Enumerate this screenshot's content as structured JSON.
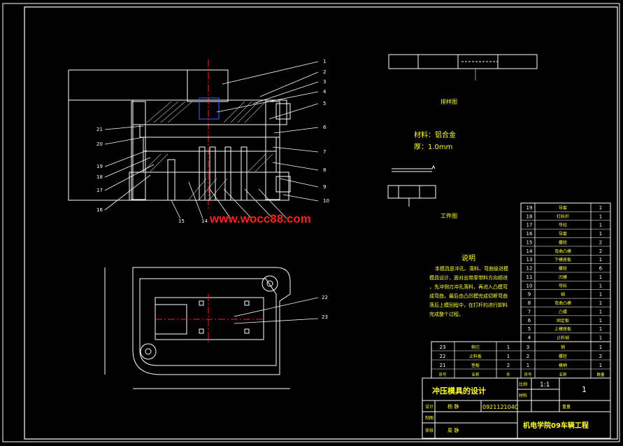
{
  "drawing": {
    "watermark": "www.wocc88.com",
    "part_numbers": [
      "1",
      "2",
      "3",
      "4",
      "5",
      "6",
      "7",
      "8",
      "9",
      "10",
      "21",
      "20",
      "19",
      "18",
      "17",
      "16",
      "15",
      "14"
    ],
    "plan_labels": [
      "22",
      "23"
    ],
    "strip_title": "排样图",
    "part_title": "工件图",
    "material_label": "材料：铝合金",
    "thickness_label": "厚：1.0mm",
    "notes_title": "说明",
    "notes_lines": [
      "本模具是冲孔、落料、弯曲级进模",
      "模具设计，面对出带厚带料方向顺进",
      "，先冲侧刃冲孔落料，再进入凸模弯",
      "成弯曲，最后由凸凹模完成切断弯曲",
      "落后上模回程中，在打杆的进行卸料",
      "完成整个过程。"
    ]
  },
  "bom": {
    "rows_right": [
      {
        "no": "19",
        "name": "导套",
        "qty": "1"
      },
      {
        "no": "18",
        "name": "打料杆",
        "qty": "1"
      },
      {
        "no": "17",
        "name": "导柱",
        "qty": "1"
      },
      {
        "no": "16",
        "name": "导套",
        "qty": "1"
      },
      {
        "no": "15",
        "name": "螺栓",
        "qty": "2"
      },
      {
        "no": "14",
        "name": "弯曲凸模",
        "qty": "2"
      },
      {
        "no": "13",
        "name": "下模座板",
        "qty": "1"
      },
      {
        "no": "12",
        "name": "螺栓",
        "qty": "6"
      },
      {
        "no": "11",
        "name": "凹模",
        "qty": "1"
      },
      {
        "no": "10",
        "name": "导料",
        "qty": "1"
      },
      {
        "no": "9",
        "name": "销",
        "qty": "1"
      },
      {
        "no": "8",
        "name": "弯曲凸模",
        "qty": "1"
      },
      {
        "no": "7",
        "name": "凸模",
        "qty": "1"
      },
      {
        "no": "6",
        "name": "固定板",
        "qty": "1"
      },
      {
        "no": "5",
        "name": "上模座板",
        "qty": "1"
      },
      {
        "no": "4",
        "name": "止料销",
        "qty": "1"
      }
    ],
    "rows_left": [
      {
        "no": "23",
        "name": "侧刃",
        "qty": "1",
        "no2": "3",
        "name2": "销",
        "qty2": "1"
      },
      {
        "no": "22",
        "name": "止料板",
        "qty": "1",
        "no2": "2",
        "name2": "螺栓",
        "qty2": "2"
      },
      {
        "no": "21",
        "name": "垫板",
        "qty": "2",
        "no2": "1",
        "name2": "模柄",
        "qty2": "1"
      },
      {
        "no": "序号",
        "name": "名称",
        "qty": "件",
        "no2": "序号",
        "name2": "名称",
        "qty2": "数量"
      }
    ]
  },
  "title_block": {
    "title": "冲压模具的设计",
    "scale_label": "比例",
    "scale_value": "1:1",
    "sheet_value": "1",
    "material_hdr": "材料",
    "weight_hdr": "重量",
    "designer_hdr": "设计",
    "designer": "杨 静",
    "student_id": "0921121040",
    "drawing_hdr": "制图",
    "review_hdr": "审核",
    "reviewer": "周 静",
    "school": "机电学院09车辆工程"
  },
  "colors": {
    "background": "#000000",
    "line": "#ffffff",
    "label": "#ffff33",
    "accent": "#ff2020",
    "hatch": "#cccccc"
  }
}
